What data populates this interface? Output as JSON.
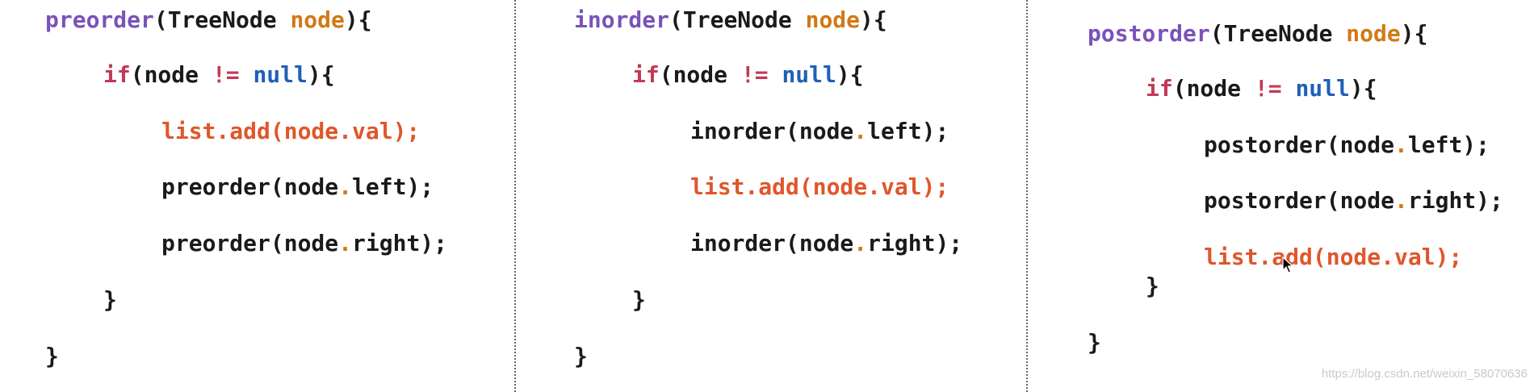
{
  "panels": {
    "preorder": {
      "fn_name": "preorder",
      "signature_rest": "(TreeNode ",
      "param": "node",
      "sig_close": "){",
      "if_kw": "if",
      "if_mid": "(node ",
      "op": "!=",
      "space": " ",
      "null_kw": "null",
      "if_close": "){",
      "line_add": "list.add(node.val);",
      "line_left_pre": "preorder(node",
      "line_left_dot": ".",
      "line_left_post": "left);",
      "line_right_pre": "preorder(node",
      "line_right_dot": ".",
      "line_right_post": "right);",
      "close_inner": "}",
      "close_outer": "}"
    },
    "inorder": {
      "fn_name": "inorder",
      "signature_rest": "(TreeNode ",
      "param": "node",
      "sig_close": "){",
      "if_kw": "if",
      "if_mid": "(node ",
      "op": "!=",
      "space": " ",
      "null_kw": "null",
      "if_close": "){",
      "line_left_pre": "inorder(node",
      "line_left_dot": ".",
      "line_left_post": "left);",
      "line_add": "list.add(node.val);",
      "line_right_pre": "inorder(node",
      "line_right_dot": ".",
      "line_right_post": "right);",
      "close_inner": "}",
      "close_outer": "}"
    },
    "postorder": {
      "fn_name": "postorder",
      "signature_rest": "(TreeNode ",
      "param": "node",
      "sig_close": "){",
      "if_kw": "if",
      "if_mid": "(node ",
      "op": "!=",
      "space": " ",
      "null_kw": "null",
      "if_close": "){",
      "line_left_pre": "postorder(node",
      "line_left_dot": ".",
      "line_left_post": "left);",
      "line_right_pre": "postorder(node",
      "line_right_dot": ".",
      "line_right_post": "right);",
      "line_add": "list.add(node.val);",
      "close_inner": "}",
      "close_outer": "}"
    }
  },
  "watermark": "https://blog.csdn.net/weixin_58070636",
  "colors": {
    "function": "#7b52b8",
    "keyword": "#c23a55",
    "null": "#1f5fb8",
    "param": "#d07a16",
    "add_line": "#e0562b",
    "text": "#1a1a1a"
  }
}
